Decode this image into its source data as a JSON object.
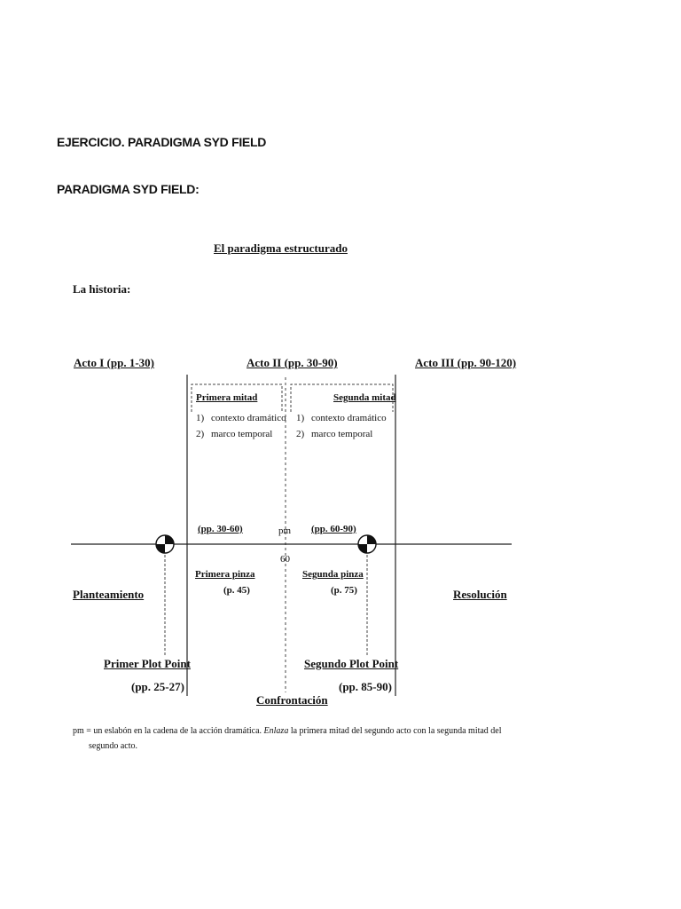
{
  "doc": {
    "title": "EJERCICIO. PARADIGMA SYD FIELD",
    "subtitle": "PARADIGMA SYD FIELD:"
  },
  "diagram": {
    "heading": "El paradigma estructurado",
    "story_label": "La historia:",
    "acts": {
      "act1": "Acto I (pp. 1-30)",
      "act2": "Acto II (pp. 30-90)",
      "act3": "Acto III (pp. 90-120)"
    },
    "first_half": {
      "title": "Primera mitad",
      "item1_num": "1)",
      "item1": "contexto dramático",
      "item2_num": "2)",
      "item2": "marco temporal"
    },
    "second_half": {
      "title": "Segunda mitad",
      "item1_num": "1)",
      "item1": "contexto dramático",
      "item2_num": "2)",
      "item2": "marco temporal"
    },
    "midpoint": {
      "left_pages": "(pp. 30-60)",
      "right_pages": "(pp. 60-90)",
      "label": "pm",
      "page": "60"
    },
    "pinches": {
      "first": "Primera pinza",
      "first_page": "(p. 45)",
      "second": "Segunda pinza",
      "second_page": "(p. 75)"
    },
    "sections": {
      "setup": "Planteamiento",
      "confrontation": "Confrontación",
      "resolution": "Resolución"
    },
    "plot_points": {
      "first": "Primer Plot Point",
      "first_pages": "(pp. 25-27)",
      "second": "Segundo Plot Point",
      "second_pages": "(pp. 85-90)"
    },
    "footnote_pre": "pm = un eslabón en la cadena de la acción dramática. ",
    "footnote_em": "Enlaza",
    "footnote_post": " la primera mitad del segundo acto con la segunda mitad del",
    "footnote_line2": "segundo acto."
  }
}
